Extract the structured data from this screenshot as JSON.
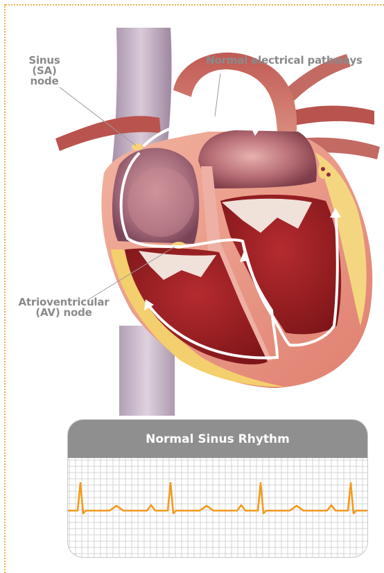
{
  "labels": {
    "sa_line1": "Sinus",
    "sa_line2": "(SA)",
    "sa_line3": "node",
    "pathways": "Normal electrical pathways",
    "av_line1": "Atrioventricular",
    "av_line2": "(AV) node"
  },
  "ecg": {
    "title": "Normal Sinus Rhythm",
    "trace_color": "#f39a1e",
    "beats": 4
  },
  "colors": {
    "frame_dots": "#e8b04a",
    "label_text": "#8a8a8a",
    "panel_header": "#8f8f8f",
    "grid_line": "#c8c8c8"
  }
}
